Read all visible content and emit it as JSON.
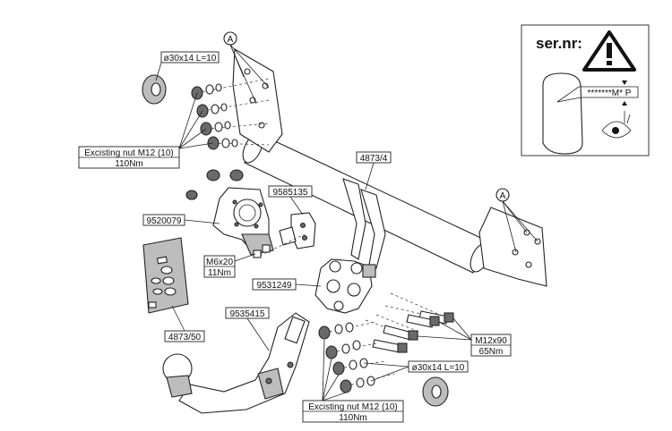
{
  "labels": {
    "bolt_top": "ø30x14 L=10",
    "nut_top_line1": "Excisting nut M12 (10)",
    "nut_top_line2": "110Nm",
    "crossbar": "4873/4",
    "bracket_left": "9520079",
    "socket_plate": "9585135",
    "screw_line1": "M6x20",
    "screw_line2": "11Nm",
    "ball_holder": "9531249",
    "towball": "9535415",
    "kit_card": "4873/50",
    "bolt_right_line1": "M12x90",
    "bolt_right_line2": "65Nm",
    "washer_bottom": "ø30x14 L=10",
    "nut_bottom_line1": "Excisting nut M12 (10)",
    "nut_bottom_line2": "110Nm",
    "marker_left": "A",
    "marker_right": "A"
  },
  "serial_panel": {
    "title": "ser.nr:",
    "plate_text": "*******M* P"
  }
}
